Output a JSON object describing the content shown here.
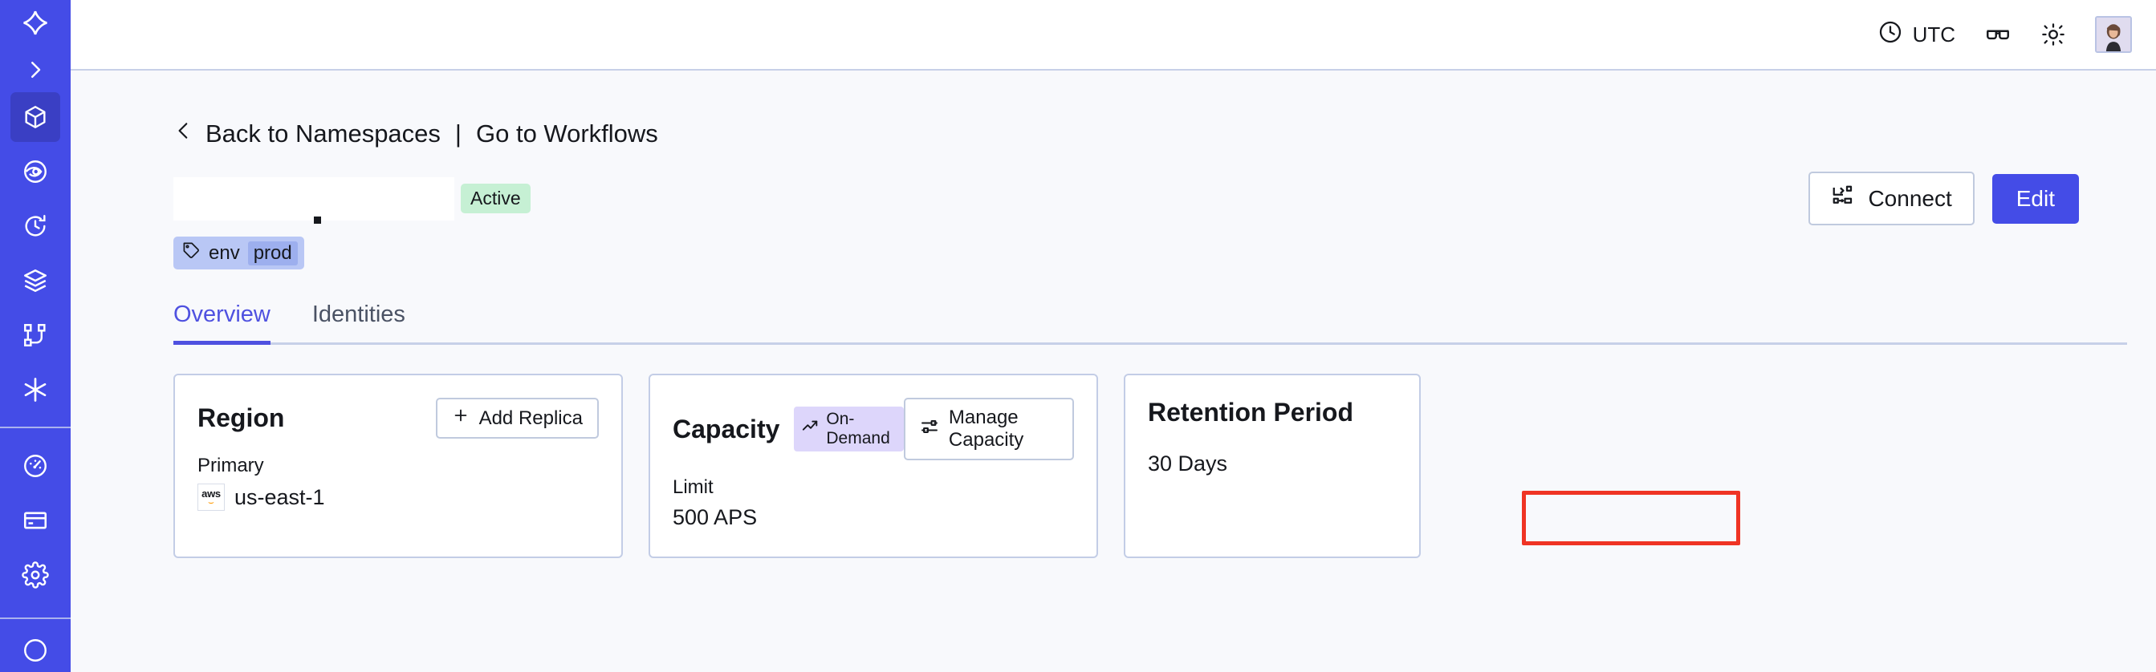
{
  "sidebar": {
    "logo_icon": "temporal-logo-icon",
    "expand_icon": "chevron-right-icon",
    "items": [
      {
        "icon": "cube-icon",
        "name": "namespaces",
        "active": true
      },
      {
        "icon": "eye-icon",
        "name": "observe",
        "active": false
      },
      {
        "icon": "history-icon",
        "name": "history",
        "active": false
      },
      {
        "icon": "layers-icon",
        "name": "layers",
        "active": false
      },
      {
        "icon": "workflow-icon",
        "name": "workflows",
        "active": false
      },
      {
        "icon": "asterisk-icon",
        "name": "nexus",
        "active": false
      }
    ],
    "items_group2": [
      {
        "icon": "gauge-icon",
        "name": "usage",
        "active": false
      },
      {
        "icon": "credit-card-icon",
        "name": "billing",
        "active": false
      },
      {
        "icon": "gear-icon",
        "name": "settings",
        "active": false
      }
    ]
  },
  "topbar": {
    "timezone_label": "UTC",
    "clock_icon": "clock-icon",
    "glasses_icon": "glasses-icon",
    "theme_icon": "sun-icon",
    "avatar_icon": "user-avatar"
  },
  "breadcrumb": {
    "back_icon": "chevron-left-icon",
    "back_label": "Back to Namespaces",
    "separator": "|",
    "forward_label": "Go to Workflows"
  },
  "header": {
    "namespace_title": "",
    "status_badge": "Active",
    "connect_label": "Connect",
    "connect_icon": "connect-icon",
    "edit_label": "Edit",
    "tag": {
      "icon": "tag-icon",
      "key": "env",
      "value": "prod"
    }
  },
  "tabs": [
    {
      "label": "Overview",
      "active": true
    },
    {
      "label": "Identities",
      "active": false
    }
  ],
  "cards": {
    "region": {
      "title": "Region",
      "action_label": "Add Replica",
      "action_icon": "plus-icon",
      "label": "Primary",
      "provider_icon": "aws-logo",
      "value": "us-east-1"
    },
    "capacity": {
      "title": "Capacity",
      "badge_label": "On-Demand",
      "badge_icon": "trending-up-icon",
      "action_label": "Manage Capacity",
      "action_icon": "sliders-icon",
      "label": "Limit",
      "value": "500 APS"
    },
    "retention": {
      "title": "Retention Period",
      "value": "30 Days"
    }
  },
  "colors": {
    "brand": "#444ce7",
    "sidebar_active": "#3a3fc4",
    "accent_tab": "#4f51e0",
    "status_active_bg": "#c6f0d4",
    "badge_ondemand_bg": "#ddd6fb",
    "tag_bg": "#b9c7f5",
    "tag_value_bg": "#9dafee",
    "page_bg": "#f8f9fc",
    "border": "#c3cde6",
    "annotation": "#ef3424"
  }
}
